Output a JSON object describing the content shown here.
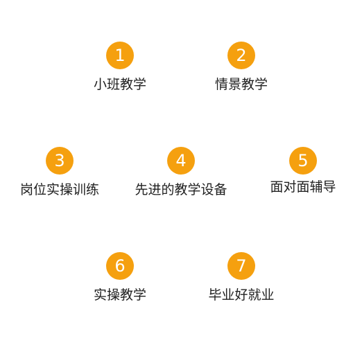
{
  "theme": {
    "badge_color": "#F5A00F",
    "label_color": "#1F1F1F"
  },
  "features": [
    {
      "number": "1",
      "label": "小班教学"
    },
    {
      "number": "2",
      "label": "情景教学"
    },
    {
      "number": "3",
      "label": "岗位实操训练"
    },
    {
      "number": "4",
      "label": "先进的教学设备"
    },
    {
      "number": "5",
      "label": "面对面辅导"
    },
    {
      "number": "6",
      "label": "实操教学"
    },
    {
      "number": "7",
      "label": "毕业好就业"
    }
  ]
}
